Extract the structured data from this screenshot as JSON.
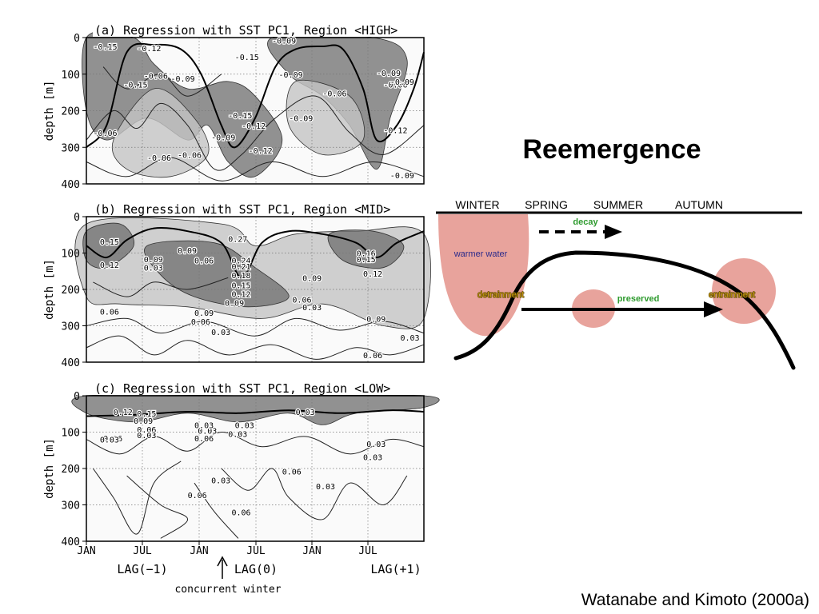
{
  "slide": {
    "title": "Reemergence",
    "citation": "Watanabe and Kimoto (2000a)"
  },
  "figure": {
    "ylabel": "depth [m]",
    "depth_ticks": [
      "0",
      "100",
      "200",
      "300",
      "400"
    ],
    "month_ticks": [
      "JAN",
      "JUL",
      "JAN",
      "JUL",
      "JAN",
      "JUL"
    ],
    "lag_labels": [
      "LAG(−1)",
      "LAG(0)",
      "LAG(+1)"
    ],
    "concurrent_label": "concurrent winter",
    "panels": [
      {
        "title": "(a) Regression with SST PC1, Region <HIGH>",
        "contour_labels": [
          "-0.15",
          "-0.12",
          "-0.06",
          "-0.15",
          "-0.06",
          "-0.09",
          "-0.15",
          "-0.09",
          "-0.09",
          "-0.12",
          "-0.06",
          "-0.06",
          "-0.09",
          "-0.12",
          "-0.06",
          "-0.09",
          "-0.06",
          "-0.09",
          "-0.15",
          "-0.09",
          "-0.12",
          "-0.09"
        ]
      },
      {
        "title": "(b) Regression with SST PC1, Region <MID>",
        "contour_labels": [
          "0.15",
          "0.12",
          "0.09",
          "0.03",
          "0.06",
          "0.09",
          "0.27",
          "0.24",
          "0.21",
          "0.18",
          "0.15",
          "0.12",
          "0.09",
          "0.06",
          "0.06",
          "0.03",
          "0.09",
          "0.09",
          "0.12",
          "0.16",
          "0.15",
          "0.09",
          "0.06",
          "0.03",
          "0.03",
          "0.06"
        ]
      },
      {
        "title": "(c) Regression with SST PC1, Region <LOW>",
        "contour_labels": [
          "0.12",
          "0.15",
          "0.09",
          "0.06",
          "0.03",
          "0.06",
          "0.03",
          "0.03",
          "0.03",
          "0.06",
          "0.03",
          "0.03",
          "0.03",
          "0.06",
          "0.03",
          "0.06",
          "0.06",
          "0.03",
          "0.03",
          "0.03"
        ]
      }
    ]
  },
  "schematic": {
    "seasons": [
      "WINTER",
      "SPRING",
      "SUMMER",
      "AUTUMN"
    ],
    "labels": {
      "decay": "decay",
      "warmer_water": "warmer water",
      "detrainment": "detrainment",
      "preserved": "preserved",
      "entrainment": "entrainment"
    },
    "colors": {
      "blob": "#e8a39c",
      "decay_text": "#2e9b2e",
      "preserved_text": "#2e9b2e",
      "warmer_text": "#2a2a8a",
      "process_text": "#c89a10"
    }
  }
}
